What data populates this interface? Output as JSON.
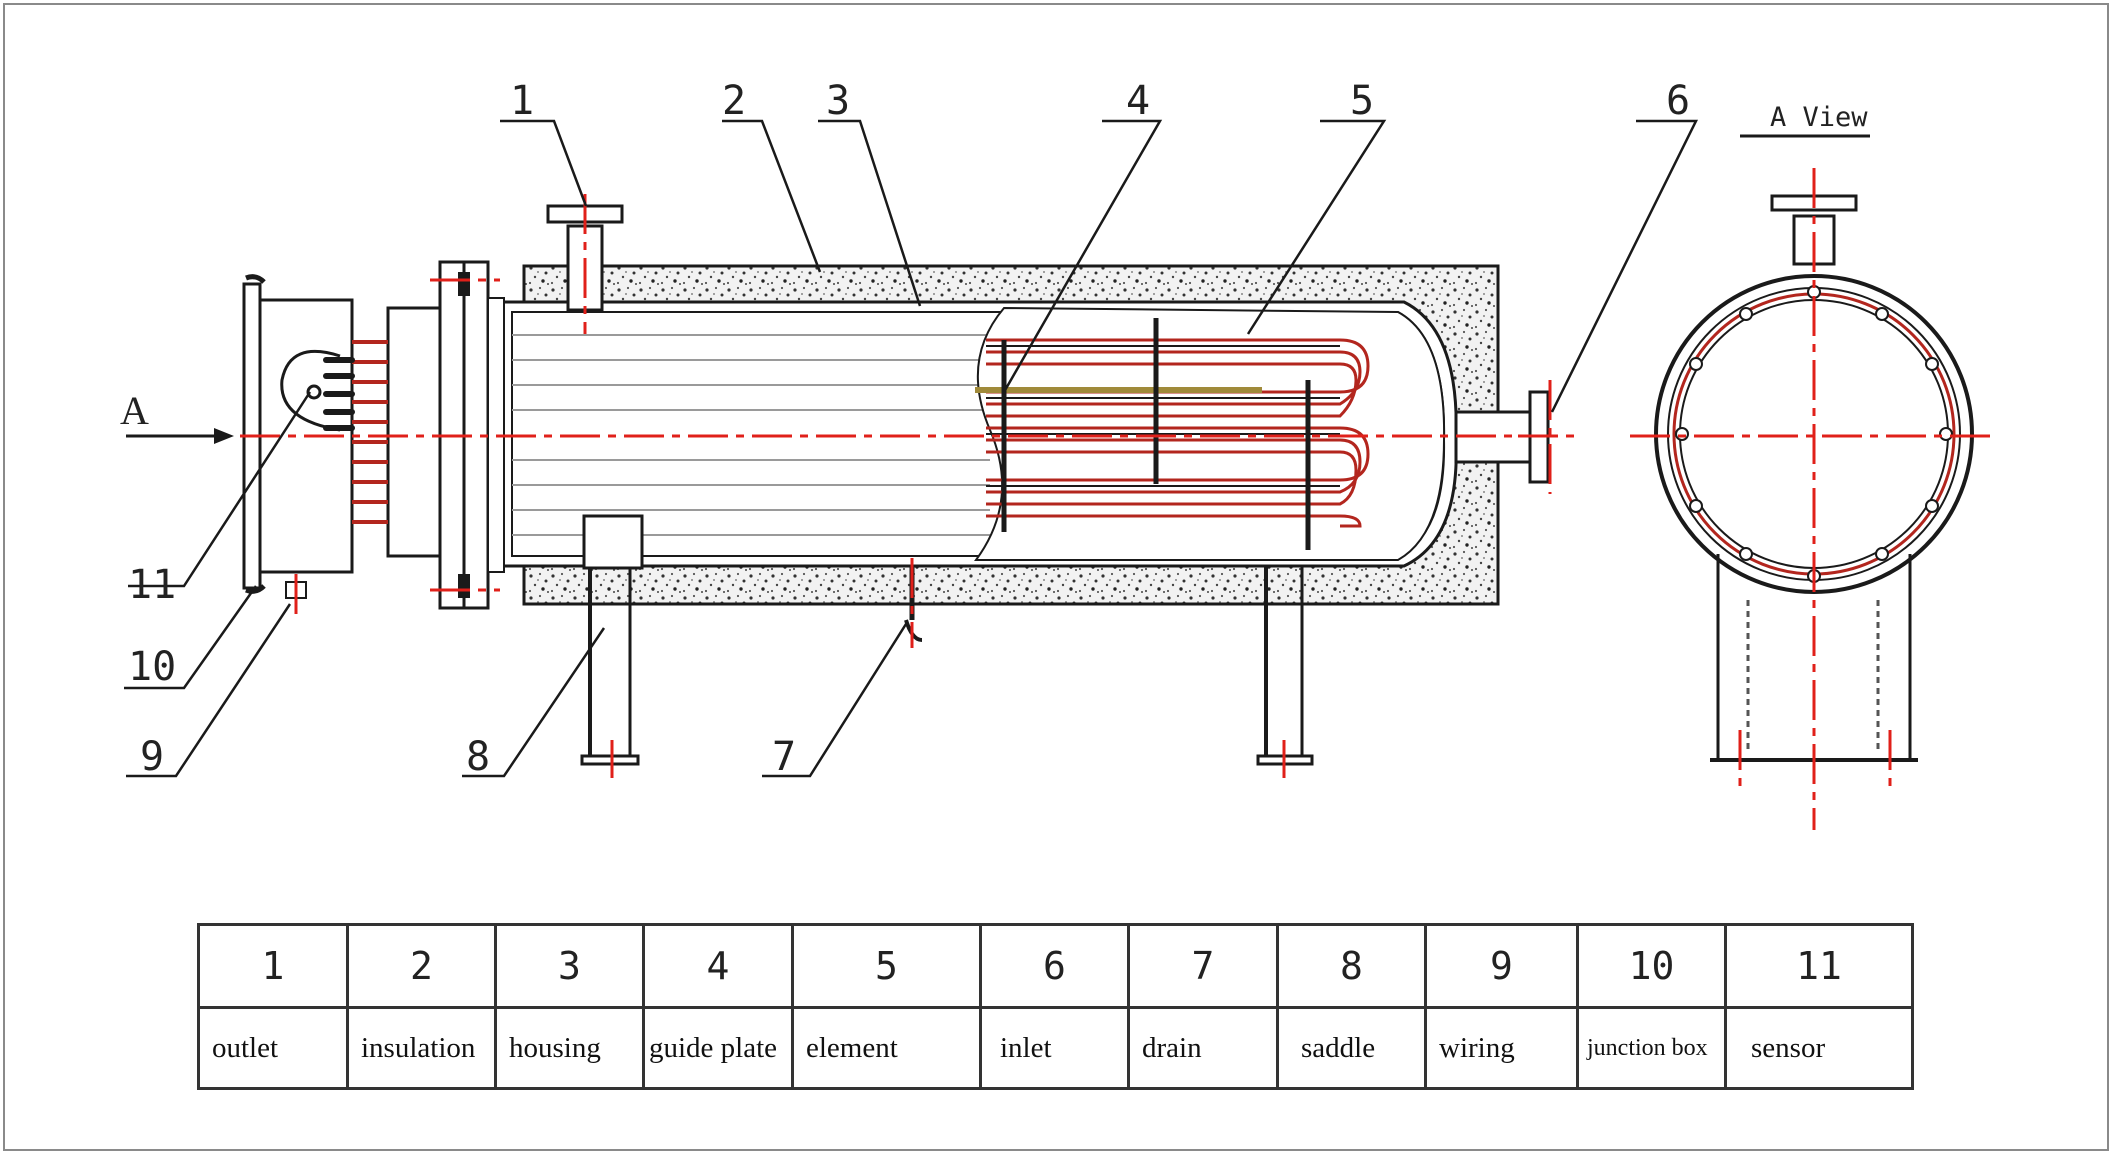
{
  "view_title": "A View",
  "arrow_label": "A",
  "callouts": [
    "1",
    "2",
    "3",
    "4",
    "5",
    "6",
    "7",
    "8",
    "9",
    "10",
    "11"
  ],
  "legend": {
    "numbers": [
      "1",
      "2",
      "3",
      "4",
      "5",
      "6",
      "7",
      "8",
      "9",
      "10",
      "11"
    ],
    "names": [
      "outlet",
      "insulation",
      "housing",
      "guide plate",
      "element",
      "inlet",
      "drain",
      "saddle",
      "wiring",
      "junction box",
      "sensor"
    ]
  },
  "colors": {
    "line": "#1a1a1a",
    "centerline": "#e0201a",
    "element": "#b3261e",
    "insulation_fill": "#e6e6e6"
  }
}
